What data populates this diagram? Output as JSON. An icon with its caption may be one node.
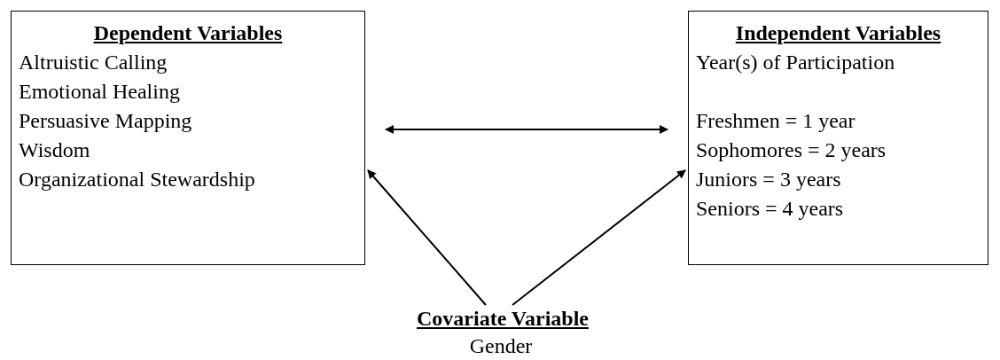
{
  "diagram": {
    "nodes": [
      {
        "text": [
          "Dependent Variables",
          "Altruistic Calling",
          "Emotional Healing",
          "Persuasive Mapping",
          "Wisdom",
          "Organizational Stewardship"
        ]
      },
      {
        "text": [
          "Independent Variables",
          "Year(s) of Participation",
          "Freshmen = 1 year",
          "Sophomores = 2 years",
          "Juniors = 3 years",
          "Seniors = 4 years"
        ]
      },
      {
        "text": [
          "Covariate Variable",
          "Gender"
        ]
      }
    ],
    "edges": [
      {
        "from": 0,
        "to": 1,
        "arrow": "both"
      },
      {
        "from": 2,
        "to": 0,
        "arrow": "to"
      },
      {
        "from": 2,
        "to": 1,
        "arrow": "to"
      }
    ]
  }
}
